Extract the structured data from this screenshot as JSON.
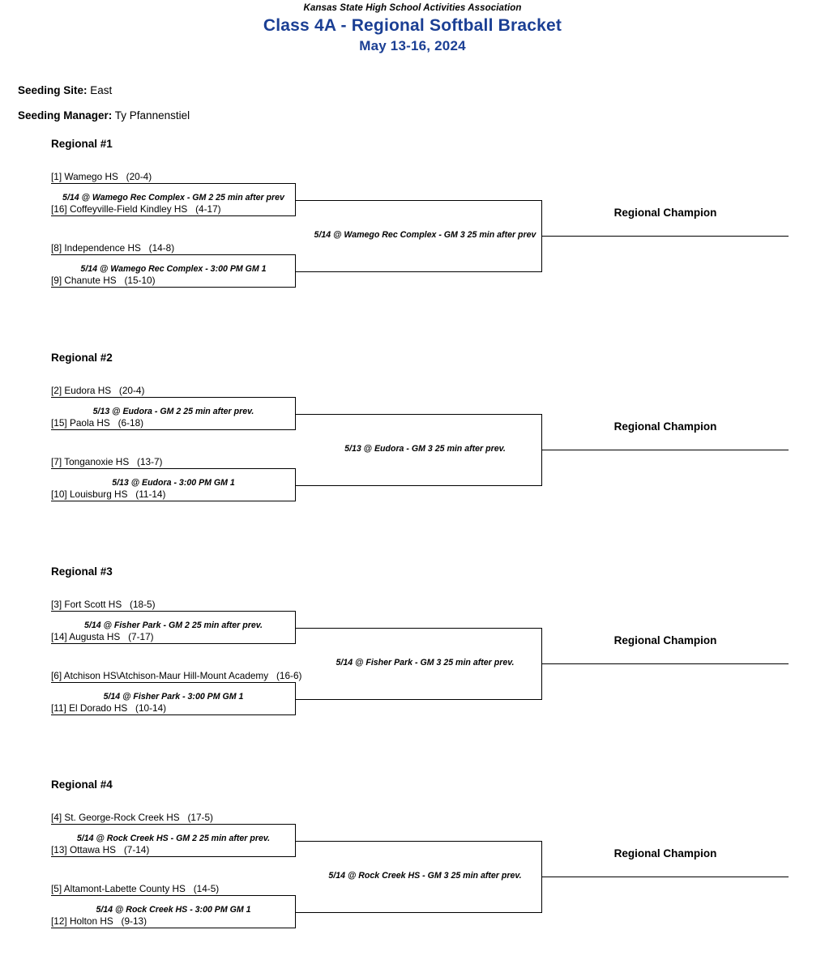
{
  "header": {
    "association": "Kansas State High School Activities Association",
    "title": "Class 4A - Regional Softball Bracket",
    "dates": "May 13-16, 2024",
    "title_color": "#1b3f94"
  },
  "seeding": {
    "site_label": "Seeding Site:",
    "site_value": "East",
    "manager_label": "Seeding Manager:",
    "manager_value": "Ty Pfannenstiel"
  },
  "champion_label": "Regional Champion",
  "regionals": [
    {
      "title": "Regional #1",
      "game1": {
        "info": "5/14 @ Wamego Rec Complex - 3:00 PM GM 1",
        "top": {
          "seed": "[8]",
          "team": "Independence HS",
          "record": "(14-8)"
        },
        "bottom": {
          "seed": "[9]",
          "team": "Chanute HS",
          "record": "(15-10)"
        }
      },
      "game2": {
        "info": "5/14 @ Wamego Rec Complex - GM 2 25 min after prev",
        "top": {
          "seed": "[1]",
          "team": "Wamego HS",
          "record": "(20-4)"
        },
        "bottom": {
          "seed": "[16]",
          "team": "Coffeyville-Field Kindley HS",
          "record": "(4-17)"
        }
      },
      "game3": {
        "info": "5/14 @ Wamego Rec Complex - GM 3 25 min after prev"
      }
    },
    {
      "title": "Regional #2",
      "game1": {
        "info": "5/13 @ Eudora - 3:00 PM GM 1",
        "top": {
          "seed": "[7]",
          "team": "Tonganoxie HS",
          "record": "(13-7)"
        },
        "bottom": {
          "seed": "[10]",
          "team": "Louisburg HS",
          "record": "(11-14)"
        }
      },
      "game2": {
        "info": "5/13 @ Eudora - GM 2 25 min after prev.",
        "top": {
          "seed": "[2]",
          "team": "Eudora HS",
          "record": "(20-4)"
        },
        "bottom": {
          "seed": "[15]",
          "team": "Paola HS",
          "record": "(6-18)"
        }
      },
      "game3": {
        "info": "5/13 @ Eudora - GM 3 25 min after prev."
      }
    },
    {
      "title": "Regional #3",
      "game1": {
        "info": "5/14 @ Fisher Park - 3:00 PM GM 1",
        "top": {
          "seed": "[6]",
          "team": "Atchison HS\\Atchison-Maur Hill-Mount Academy",
          "record": "(16-6)"
        },
        "bottom": {
          "seed": "[11]",
          "team": "El Dorado HS",
          "record": "(10-14)"
        }
      },
      "game2": {
        "info": "5/14 @ Fisher Park - GM 2 25 min after prev.",
        "top": {
          "seed": "[3]",
          "team": "Fort Scott HS",
          "record": "(18-5)"
        },
        "bottom": {
          "seed": "[14]",
          "team": "Augusta HS",
          "record": "(7-17)"
        }
      },
      "game3": {
        "info": "5/14 @ Fisher Park - GM 3 25 min after prev."
      }
    },
    {
      "title": "Regional #4",
      "game1": {
        "info": "5/14 @ Rock Creek HS - 3:00 PM GM 1",
        "top": {
          "seed": "[5]",
          "team": "Altamont-Labette County HS",
          "record": "(14-5)"
        },
        "bottom": {
          "seed": "[12]",
          "team": "Holton HS",
          "record": "(9-13)"
        }
      },
      "game2": {
        "info": "5/14 @ Rock Creek HS - GM 2 25 min after prev.",
        "top": {
          "seed": "[4]",
          "team": "St. George-Rock Creek HS",
          "record": "(17-5)"
        },
        "bottom": {
          "seed": "[13]",
          "team": "Ottawa HS",
          "record": "(7-14)"
        }
      },
      "game3": {
        "info": "5/14 @ Rock Creek HS - GM 3 25 min after prev."
      }
    }
  ]
}
